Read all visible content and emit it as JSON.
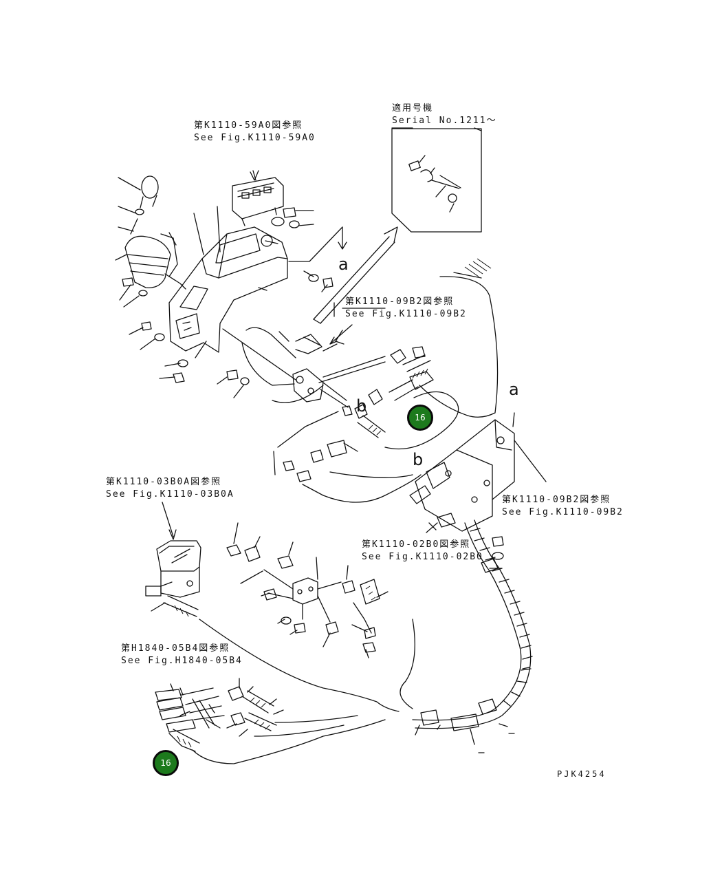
{
  "references": [
    {
      "jp": "第K1110-59A0図参照",
      "en": "See Fig.K1110-59A0"
    },
    {
      "jp": "第K1110-09B2図参照",
      "en": "See Fig.K1110-09B2"
    },
    {
      "jp": "第K1110-09B2図参照",
      "en": "See Fig.K1110-09B2"
    },
    {
      "jp": "第K1110-02B0図参照",
      "en": "See Fig.K1110-02B0"
    },
    {
      "jp": "第K1110-03B0A図参照",
      "en": "See Fig.K1110-03B0A"
    },
    {
      "jp": "第H1840-05B4図参照",
      "en": "See Fig.H1840-05B4"
    }
  ],
  "serial_note": {
    "jp": "適用号機",
    "en": "Serial No.1211～"
  },
  "view_letters": {
    "a_top": "a",
    "a_right": "a",
    "b_mid": "b",
    "b_right": "b"
  },
  "part_badges": [
    {
      "label": "16"
    },
    {
      "label": "16"
    }
  ],
  "colors": {
    "badge_fill": "#1d7a1d",
    "line": "#111111"
  },
  "drawing_code": "PJK4254"
}
